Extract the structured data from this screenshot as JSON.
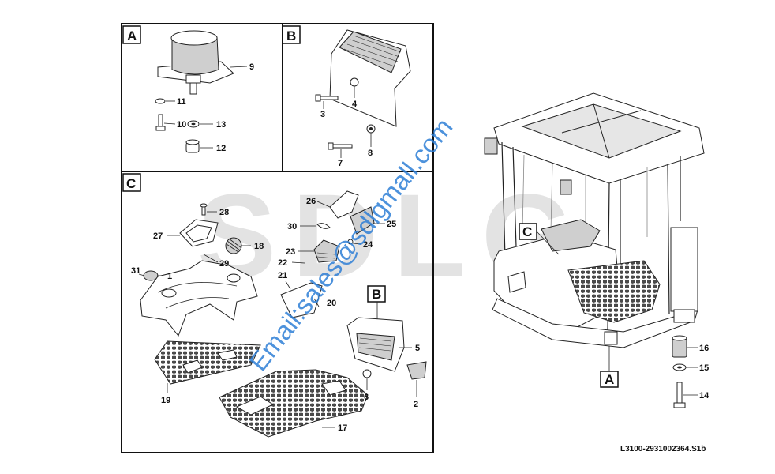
{
  "watermark": {
    "brand": "SDLG",
    "email": "Email:sales@sdlgmall.com"
  },
  "sections": [
    {
      "id": "A",
      "label": "A"
    },
    {
      "id": "B",
      "label": "B"
    },
    {
      "id": "C",
      "label": "C"
    }
  ],
  "main_callouts": {
    "C": "C",
    "A": "A"
  },
  "callouts": {
    "n1": "1",
    "n2": "2",
    "n3": "3",
    "n4": "4",
    "n5": "5",
    "n6": "6",
    "n7": "7",
    "n8": "8",
    "n9": "9",
    "n10": "10",
    "n11": "11",
    "n12": "12",
    "n13": "13",
    "n14": "14",
    "n15": "15",
    "n16": "16",
    "n17": "17",
    "n18": "18",
    "n19": "19",
    "n20": "20",
    "n21": "21",
    "n22": "22",
    "n23": "23",
    "n24": "24",
    "n25": "25",
    "n26": "26",
    "n27": "27",
    "n28": "28",
    "n29": "29",
    "n30": "30",
    "n31": "31"
  },
  "reference": "L3100-2931002364.S1b"
}
